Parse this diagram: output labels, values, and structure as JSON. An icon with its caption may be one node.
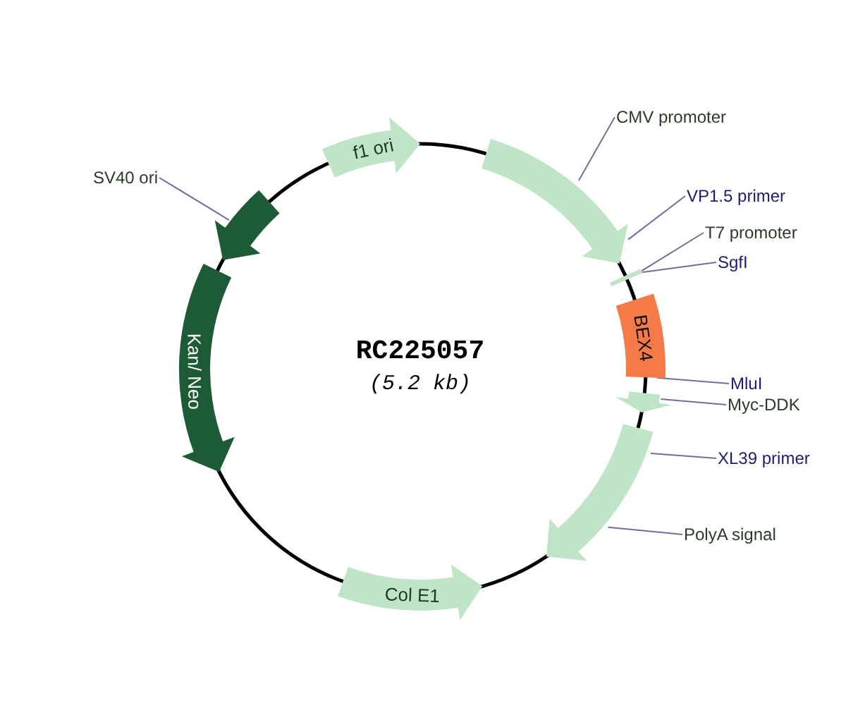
{
  "diagram": {
    "nodes": [
      {
        "text": [
          "CMV promoter"
        ]
      },
      {
        "text": [],
        "shape": "arrow"
      },
      {
        "text": [
          "VP1.5 primer"
        ]
      },
      {
        "text": [
          "T7 promoter"
        ]
      },
      {
        "text": [],
        "shape": "bar"
      },
      {
        "text": [
          "SgfI"
        ]
      },
      {
        "text": [
          "BEX4"
        ]
      },
      {
        "text": [
          "MluI"
        ]
      },
      {
        "text": [
          "Myc-DDK"
        ]
      },
      {
        "text": [],
        "shape": "arrow"
      },
      {
        "text": [
          "XL39 primer"
        ]
      },
      {
        "text": [
          "PolyA signal"
        ]
      },
      {
        "text": [],
        "shape": "arrow"
      },
      {
        "text": [
          "Col E1"
        ]
      },
      {
        "text": [
          "Kan/ Neo"
        ]
      },
      {
        "text": [
          "SV40 ori"
        ]
      },
      {
        "text": [],
        "shape": "arrow"
      },
      {
        "text": [
          "f1 ori"
        ]
      }
    ],
    "edges": [
      {
        "from": 0,
        "to": 1,
        "arrow": "none"
      },
      {
        "from": 2,
        "to": 1,
        "arrow": "none"
      },
      {
        "from": 3,
        "to": 4,
        "arrow": "none"
      },
      {
        "from": 5,
        "to": 4,
        "arrow": "none"
      },
      {
        "from": 7,
        "to": 6,
        "arrow": "none"
      },
      {
        "from": 8,
        "to": 9,
        "arrow": "none"
      },
      {
        "from": 10,
        "to": 12,
        "arrow": "none"
      },
      {
        "from": 11,
        "to": 12,
        "arrow": "none"
      },
      {
        "from": 15,
        "to": 16,
        "arrow": "none"
      }
    ],
    "labels": [
      "RC225057",
      "(5.2 kb)"
    ]
  }
}
